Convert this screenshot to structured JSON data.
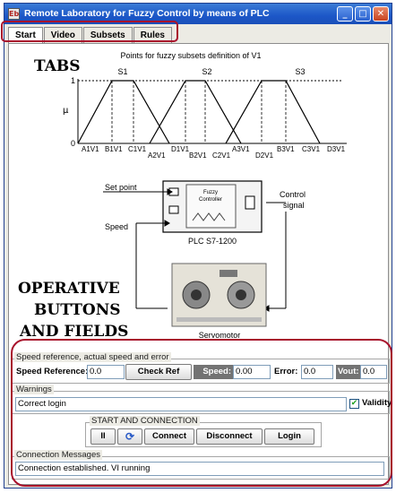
{
  "window": {
    "title": "Remote Laboratory for Fuzzy Control by means of PLC",
    "icon_label": "Eb",
    "minimize_glyph": "_",
    "maximize_glyph": "□",
    "close_glyph": "✕"
  },
  "tabs": [
    {
      "label": "Start",
      "active": true
    },
    {
      "label": "Video",
      "active": false
    },
    {
      "label": "Subsets",
      "active": false
    },
    {
      "label": "Rules",
      "active": false
    }
  ],
  "annotations": {
    "tabs_label": "TABS",
    "operative_line1": "OPERATIVE",
    "operative_line2": "BUTTONS",
    "operative_line3": "AND FIELDS"
  },
  "membership_plot": {
    "title": "Points for fuzzy subsets definition of V1",
    "y_axis_label": "μ",
    "y_tick_top": "1",
    "y_tick_bottom": "0",
    "subset_labels": [
      "S1",
      "S2",
      "S3"
    ],
    "x_labels": [
      "A1V1",
      "B1V1",
      "C1V1",
      "A2V1",
      "D1V1",
      "B2V1",
      "C2V1",
      "A3V1",
      "D2V1",
      "B3V1",
      "C3V1",
      "D3V1"
    ]
  },
  "block_diagram": {
    "set_point": "Set point",
    "speed": "Speed",
    "control_signal_line1": "Control",
    "control_signal_line2": "signal",
    "controller_line1": "Fuzzy",
    "controller_line2": "Controller",
    "plc_label": "PLC S7-1200",
    "servomotor_label": "Servomotor"
  },
  "speed_group": {
    "legend": "Speed reference, actual speed and error",
    "speed_reference_label": "Speed Reference:",
    "speed_reference_value": "0.0",
    "check_ref_label": "Check Ref",
    "speed_label": "Speed:",
    "speed_value": "0.00",
    "error_label": "Error:",
    "error_value": "0.0",
    "vout_label": "Vout:",
    "vout_value": "0.0"
  },
  "warnings_group": {
    "legend": "Warnings",
    "message": "Correct login",
    "validity_label": "Validity",
    "validity_checked": true
  },
  "connection_group": {
    "legend": "START AND CONNECTION",
    "pause_glyph": "II",
    "refresh_glyph": "⟳",
    "connect_label": "Connect",
    "disconnect_label": "Disconnect",
    "login_label": "Login"
  },
  "messages_group": {
    "legend": "Connection Messages",
    "message": "Connection established. VI running"
  }
}
